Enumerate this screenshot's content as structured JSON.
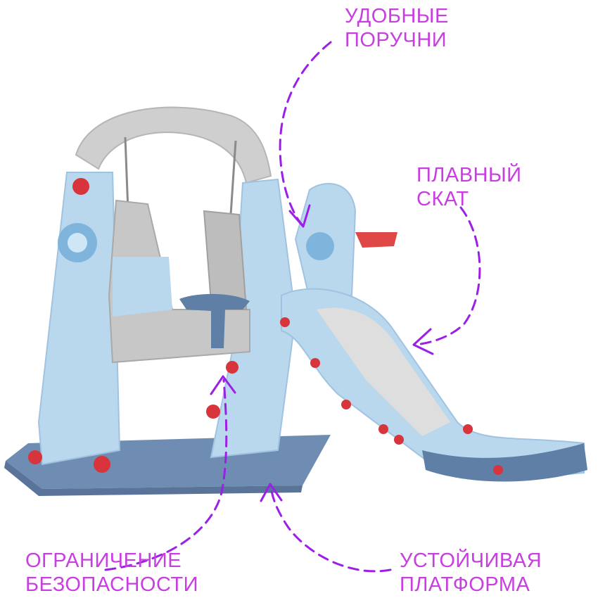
{
  "labels": {
    "handrails": {
      "line1": "УДОБНЫЕ",
      "line2": "ПОРУЧНИ"
    },
    "slope": {
      "line1": "ПЛАВНЫЙ",
      "line2": "СКАТ"
    },
    "restraint": {
      "line1": "ОГРАНИЧЕНИЕ",
      "line2": "БЕЗОПАСНОСТИ"
    },
    "platform": {
      "line1": "УСТОЙЧИВАЯ",
      "line2": "ПЛАТФОРМА"
    }
  },
  "colors": {
    "label": "#c83fe0",
    "arrow": "#9b1fe8",
    "frame_blue": "#bcd9ee",
    "dark_blue": "#5f7fa6",
    "grey": "#c9c9c9",
    "red": "#d8343c"
  }
}
